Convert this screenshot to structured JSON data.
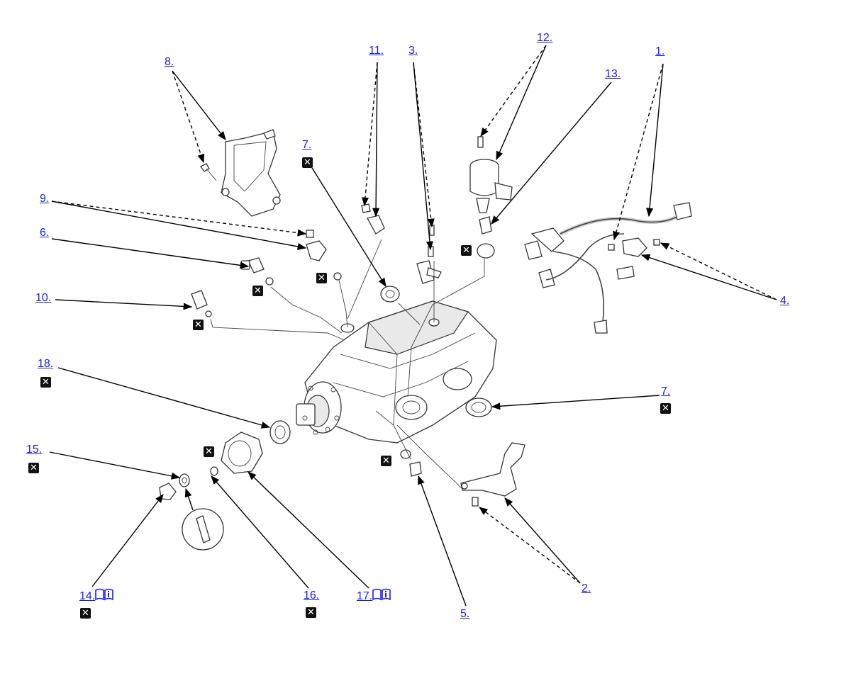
{
  "callouts": [
    {
      "id": "c1",
      "text": "1."
    },
    {
      "id": "c2",
      "text": "2."
    },
    {
      "id": "c3",
      "text": "3."
    },
    {
      "id": "c4",
      "text": "4."
    },
    {
      "id": "c5",
      "text": "5."
    },
    {
      "id": "c6",
      "text": "6."
    },
    {
      "id": "c7a",
      "text": "7."
    },
    {
      "id": "c7b",
      "text": "7."
    },
    {
      "id": "c8",
      "text": "8."
    },
    {
      "id": "c9",
      "text": "9."
    },
    {
      "id": "c10",
      "text": "10."
    },
    {
      "id": "c11",
      "text": "11."
    },
    {
      "id": "c12",
      "text": "12."
    },
    {
      "id": "c13",
      "text": "13."
    },
    {
      "id": "c14",
      "text": "14."
    },
    {
      "id": "c15",
      "text": "15."
    },
    {
      "id": "c16",
      "text": "16."
    },
    {
      "id": "c17",
      "text": "17."
    },
    {
      "id": "c18",
      "text": "18."
    }
  ],
  "badge_glyph": "✕",
  "icons": {
    "do_not_reuse": "close-square-icon",
    "manual": "open-book-info-icon"
  },
  "colors": {
    "link": "#1a1aff",
    "line": "#000000",
    "badge": "#111111"
  }
}
